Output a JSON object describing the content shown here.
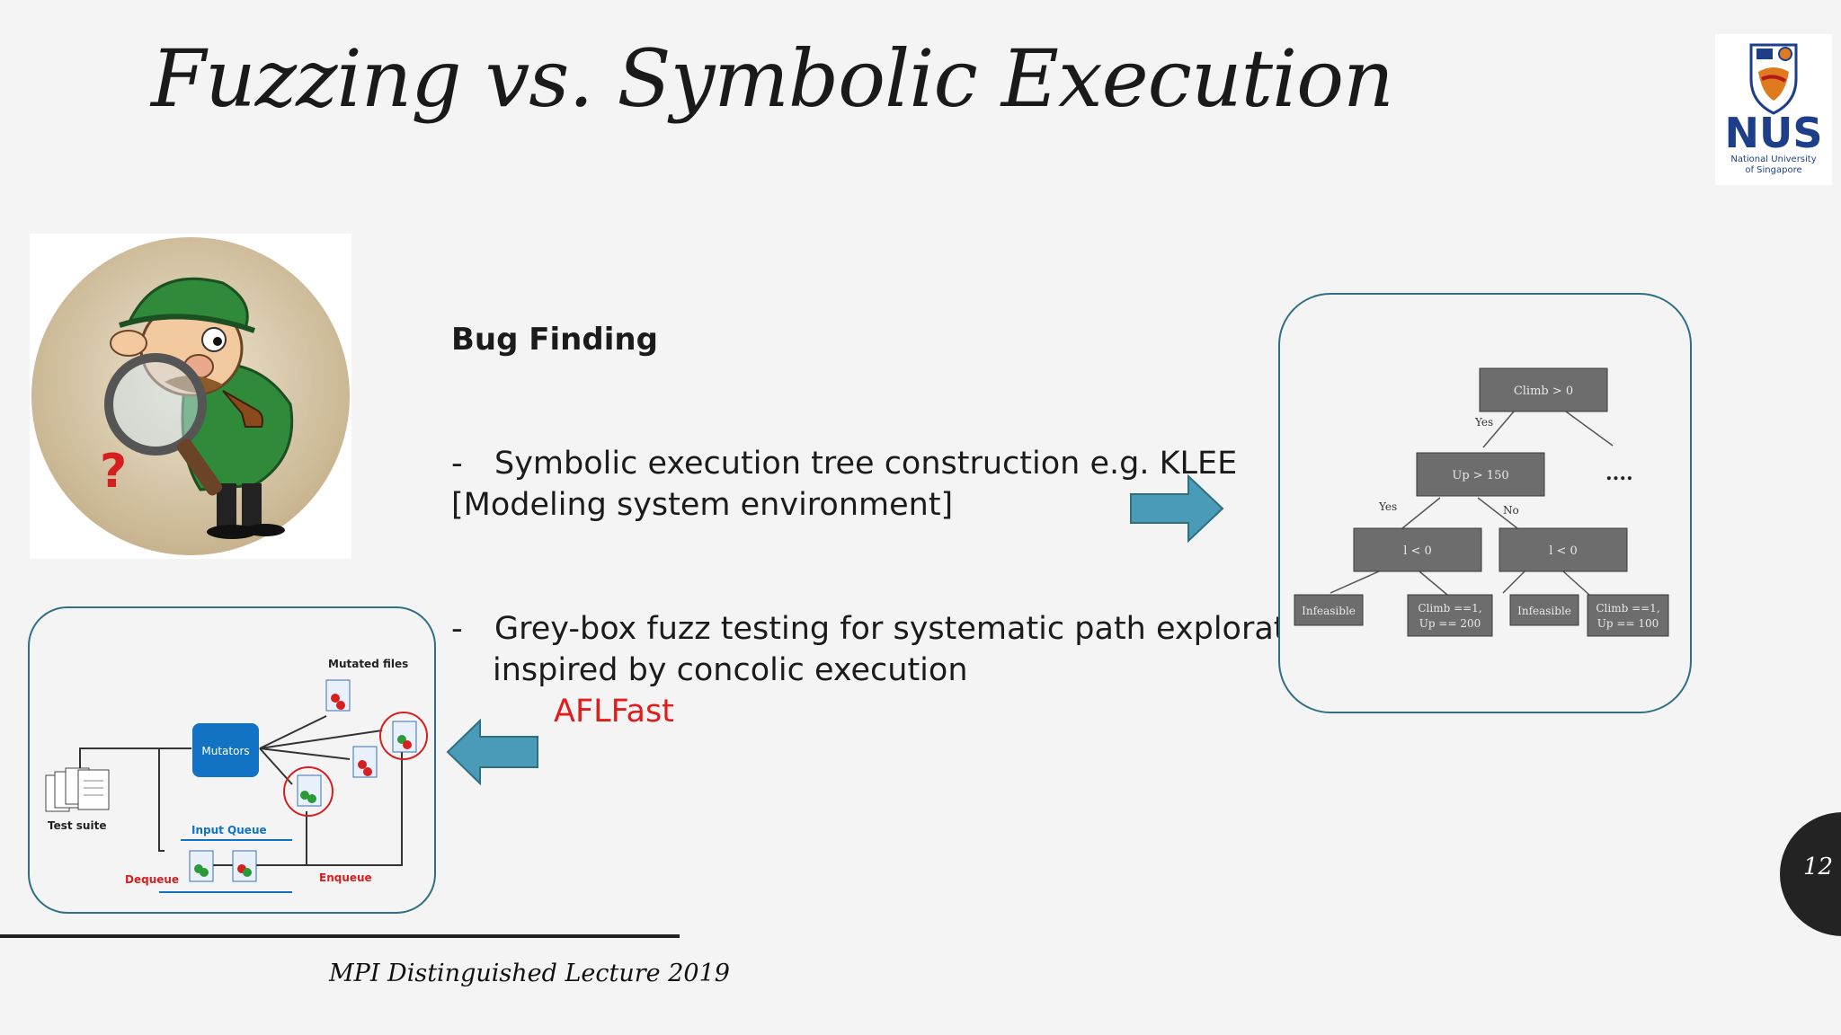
{
  "slide": {
    "title": "Fuzzing vs. Symbolic Execution",
    "heading": "Bug  Finding",
    "bullet1": {
      "dash": "-",
      "line1": "Symbolic execution tree construction e.g. KLEE",
      "line2": "[Modeling system environment]"
    },
    "bullet2": {
      "dash": "-",
      "line1": "Grey-box fuzz testing for systematic path exploration",
      "line2": "inspired by concolic execution",
      "highlight": "AFLFast"
    },
    "footer": "MPI Distinguished Lecture 2019",
    "page_number": "12",
    "accent_color": "#4a9bb8",
    "highlight_color": "#e21b1b"
  },
  "logo": {
    "text": "NUS",
    "sub1": "National University",
    "sub2": "of Singapore"
  },
  "tree_diagram": {
    "root": "Climb > 0",
    "yes1": "Yes",
    "node_up": "Up > 150",
    "ellipsis": "....",
    "yes2": "Yes",
    "no2": "No",
    "node_l": "l < 0",
    "node_r": "l < 0",
    "leaf1": "Infeasible",
    "leaf2_a": "Climb ==1,",
    "leaf2_b": "Up == 200",
    "leaf3": "Infeasible",
    "leaf4_a": "Climb ==1,",
    "leaf4_b": "Up == 100"
  },
  "fuzz_diagram": {
    "mutated_files": "Mutated files",
    "mutators": "Mutators",
    "test_suite": "Test suite",
    "input_queue": "Input Queue",
    "dequeue": "Dequeue",
    "enqueue": "Enqueue"
  }
}
